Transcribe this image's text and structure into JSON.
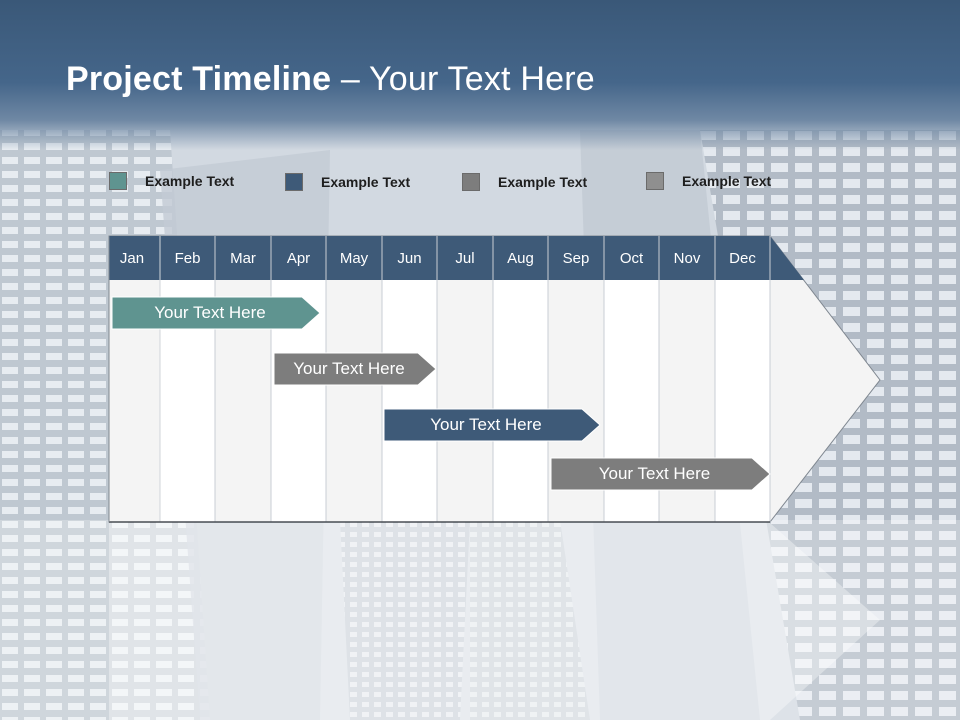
{
  "title": {
    "bold": "Project Timeline",
    "rest": " – Your Text Here"
  },
  "legend": [
    {
      "label": "Example Text",
      "color": "#5f9490"
    },
    {
      "label": "Example Text",
      "color": "#3e5a78"
    },
    {
      "label": "Example Text",
      "color": "#7d7d7d"
    },
    {
      "label": "Example Text",
      "color": "#8f8f8f"
    }
  ],
  "months": [
    "Jan",
    "Feb",
    "Mar",
    "Apr",
    "May",
    "Jun",
    "Jul",
    "Aug",
    "Sep",
    "Oct",
    "Nov",
    "Dec"
  ],
  "tasks": [
    {
      "label": "Your  Text Here",
      "color": "#5f9490"
    },
    {
      "label": "Your  Text Here",
      "color": "#7d7d7d"
    },
    {
      "label": "Your  Text Here",
      "color": "#3e5a78"
    },
    {
      "label": "Your  Text Here",
      "color": "#7d7d7d"
    }
  ],
  "colors": {
    "header": "#3e5a78",
    "title_band": "#3f5e80"
  }
}
